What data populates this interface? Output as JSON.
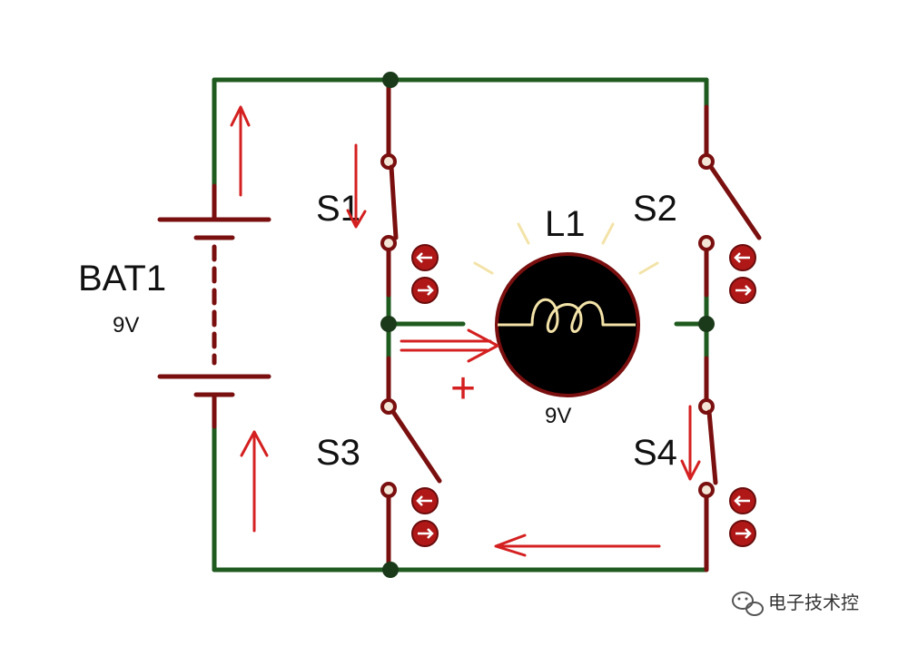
{
  "battery": {
    "name": "BAT1",
    "voltage": "9V"
  },
  "lamp": {
    "name": "L1",
    "voltage": "9V"
  },
  "switches": [
    {
      "name": "S1",
      "state": "closed"
    },
    {
      "name": "S2",
      "state": "open"
    },
    {
      "name": "S3",
      "state": "open"
    },
    {
      "name": "S4",
      "state": "closed"
    }
  ],
  "polarity_mark": "+",
  "watermark": {
    "text": "电子技术控"
  },
  "colors": {
    "wire": "#1f5a1f",
    "component": "#7a0f0f",
    "node": "#1a3a1a",
    "current_arrows": "#d42020",
    "lamp_body": "#000000",
    "lamp_glow": "#f3e3a8",
    "indicator": "#b01818"
  }
}
